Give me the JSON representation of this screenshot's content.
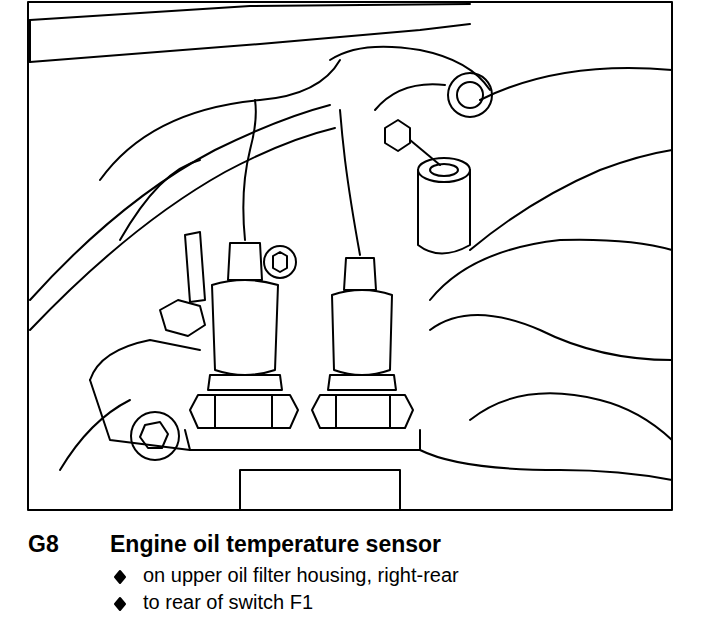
{
  "diagram": {
    "labels": [
      "G8",
      "Engine oil temperature sensor",
      "on upper oil filter housing, right-rear",
      "to rear of switch F1"
    ]
  }
}
